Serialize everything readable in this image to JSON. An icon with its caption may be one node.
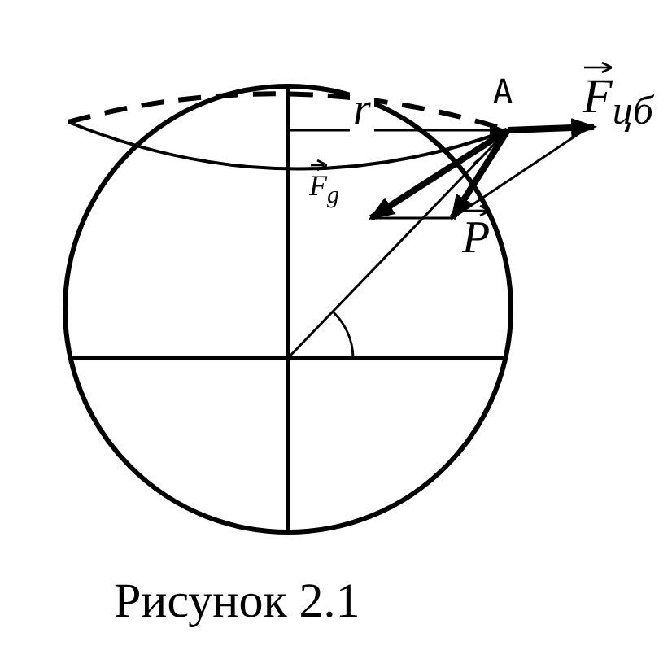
{
  "diagram": {
    "caption": "Рисунок 2.1",
    "labels": [
      "r",
      "A",
      "F$_{цб}$",
      "F$_{g}$",
      "P"
    ]
  }
}
